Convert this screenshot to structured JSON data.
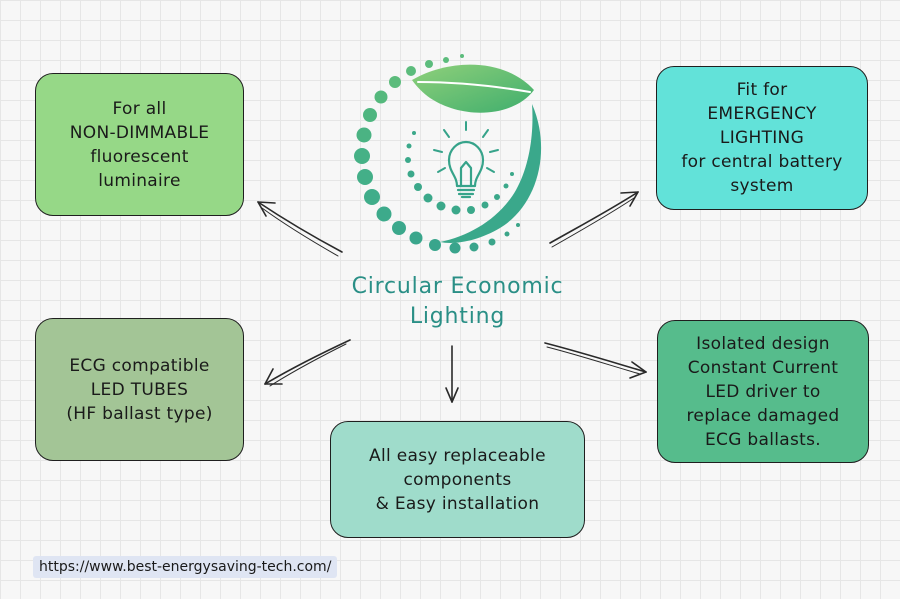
{
  "title": "Circular Economic\nLighting",
  "boxes": {
    "top_left": "For all\nNON-DIMMABLE\nfluorescent\nluminaire",
    "top_right": "Fit for\nEMERGENCY\nLIGHTING\nfor central battery\nsystem",
    "middle_left": "ECG compatible\nLED TUBES\n(HF ballast type)",
    "bottom_center": "All easy replaceable\ncomponents\n& Easy installation",
    "middle_right": "Isolated design\nConstant Current\nLED driver to\nreplace damaged\nECG ballasts."
  },
  "colors": {
    "top_left": "#96d887",
    "top_right": "#62e2d9",
    "middle_left": "#a3c596",
    "bottom_center": "#9fdccb",
    "middle_right": "#56bc8c",
    "title": "#2a8f86"
  },
  "url": "https://www.best-energysaving-tech.com/",
  "logo_icon": "leaf-bulb-circle-icon"
}
